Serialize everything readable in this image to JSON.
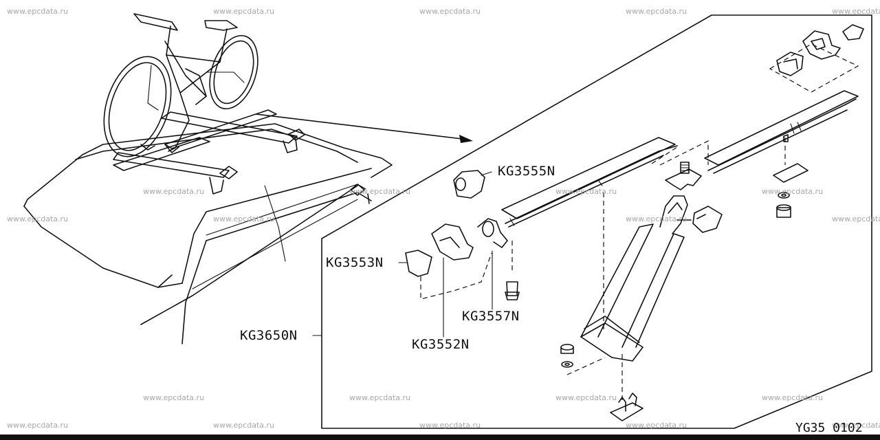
{
  "watermark_text": "www.epcdata.ru",
  "diagram_code": "YG35 0102",
  "parts": {
    "p1": "KG3555N",
    "p2": "KG3553N",
    "p3": "KG3557N",
    "p4": "KG3650N",
    "p5": "KG3552N"
  },
  "colors": {
    "line": "#111111",
    "watermark": "#a8a8a8",
    "background": "#ffffff"
  }
}
